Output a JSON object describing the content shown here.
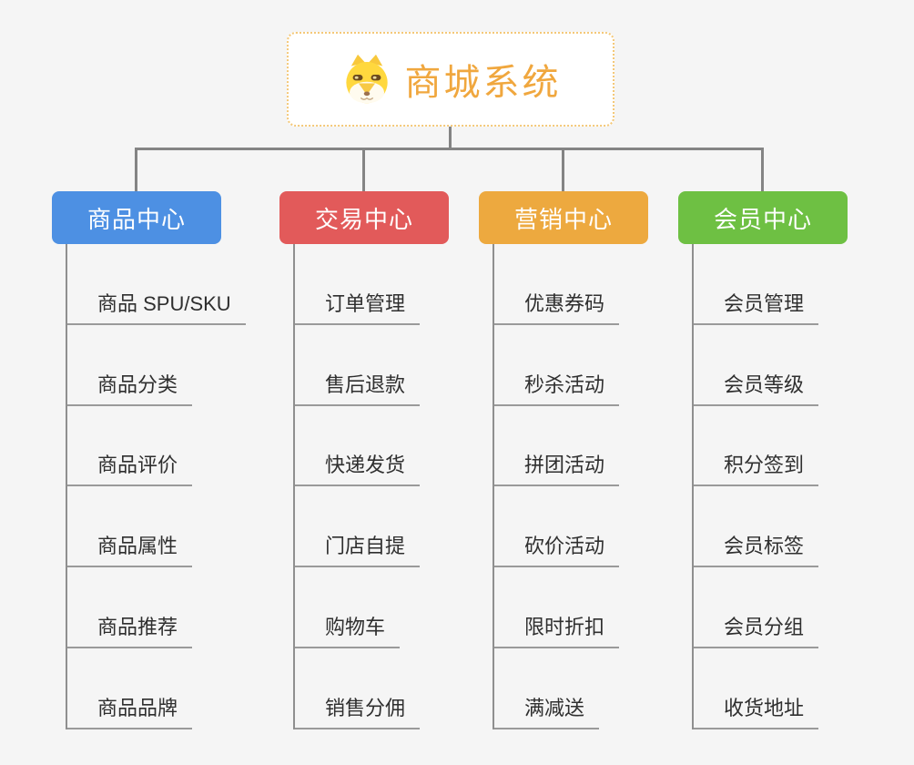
{
  "root": {
    "title": "商城系统",
    "icon": "doge-icon"
  },
  "colors": {
    "background": "#f5f5f5",
    "connector": "#848484",
    "underline": "#9a9a9a",
    "root_border": "#F4C878",
    "root_title": "#F0A73E",
    "item_text": "#2f2f2f",
    "branch_blue": "#4D90E3",
    "branch_red": "#E25A5A",
    "branch_orange": "#EDA93F",
    "branch_green": "#6EC043"
  },
  "branches": [
    {
      "label": "商品中心",
      "color": "#4D90E3",
      "items": [
        "商品 SPU/SKU",
        "商品分类",
        "商品评价",
        "商品属性",
        "商品推荐",
        "商品品牌"
      ]
    },
    {
      "label": "交易中心",
      "color": "#E25A5A",
      "items": [
        "订单管理",
        "售后退款",
        "快递发货",
        "门店自提",
        "购物车",
        "销售分佣"
      ]
    },
    {
      "label": "营销中心",
      "color": "#EDA93F",
      "items": [
        "优惠券码",
        "秒杀活动",
        "拼团活动",
        "砍价活动",
        "限时折扣",
        "满减送"
      ]
    },
    {
      "label": "会员中心",
      "color": "#6EC043",
      "items": [
        "会员管理",
        "会员等级",
        "积分签到",
        "会员标签",
        "会员分组",
        "收货地址"
      ]
    }
  ]
}
